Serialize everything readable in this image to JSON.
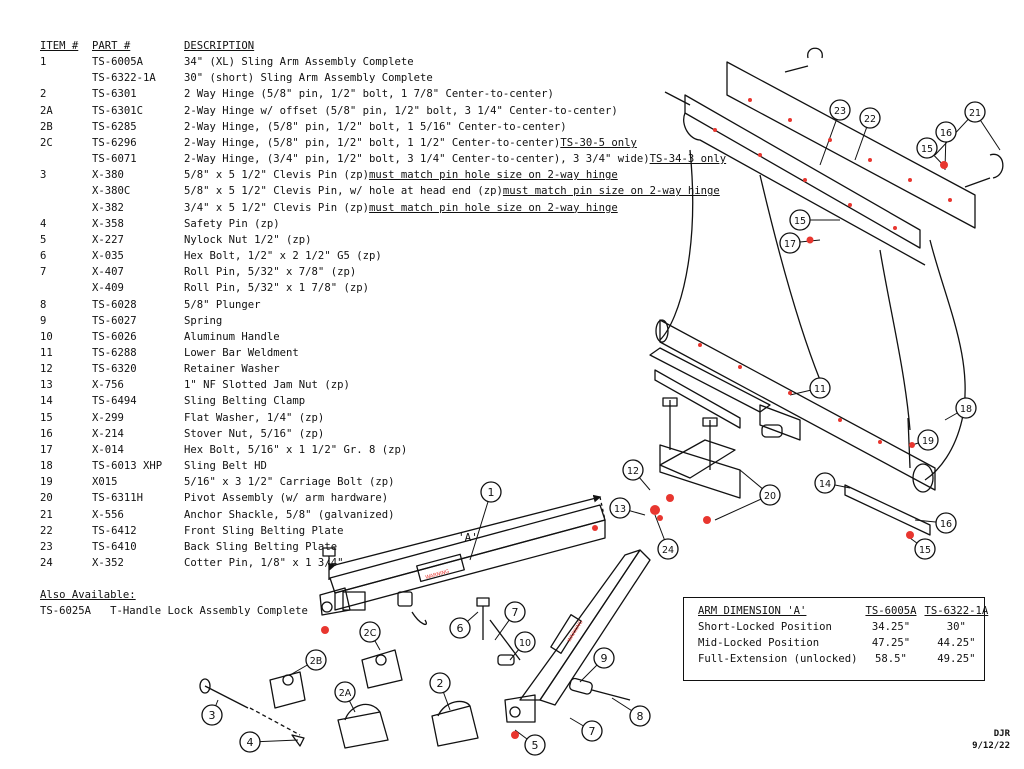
{
  "parts_table": {
    "headers": {
      "item": "ITEM #",
      "part": "PART #",
      "description": "DESCRIPTION"
    },
    "rows": [
      {
        "item": "1",
        "part": "TS-6005A",
        "desc": "34\" (XL) Sling Arm Assembly Complete",
        "note": ""
      },
      {
        "item": "",
        "part": "TS-6322-1A",
        "desc": "30\" (short) Sling Arm Assembly Complete",
        "note": ""
      },
      {
        "item": "2",
        "part": "TS-6301",
        "desc": "2 Way Hinge (5/8\" pin, 1/2\" bolt, 1 7/8\" Center-to-center)",
        "note": ""
      },
      {
        "item": "2A",
        "part": "TS-6301C",
        "desc": "2-Way Hinge w/ offset (5/8\" pin, 1/2\" bolt, 3 1/4\" Center-to-center)",
        "note": ""
      },
      {
        "item": "2B",
        "part": "TS-6285",
        "desc": "2-Way Hinge, (5/8\" pin, 1/2\" bolt, 1 5/16\" Center-to-center)",
        "note": ""
      },
      {
        "item": "2C",
        "part": "TS-6296",
        "desc": "2-Way Hinge, (5/8\" pin, 1/2\" bolt, 1 1/2\" Center-to-center)",
        "note": "TS-30-5 only"
      },
      {
        "item": "",
        "part": "TS-6071",
        "desc": "2-Way Hinge, (3/4\" pin, 1/2\" bolt, 3 1/4\" Center-to-center), 3 3/4\" wide)",
        "note": "TS-34-3 only"
      },
      {
        "item": "3",
        "part": "X-380",
        "desc": "5/8\" x 5 1/2\" Clevis Pin (zp)",
        "note": "must match pin hole size on 2-way hinge"
      },
      {
        "item": "",
        "part": "X-380C",
        "desc": "5/8\" x 5 1/2\" Clevis Pin, w/ hole at head end (zp)",
        "note": "must match pin size on 2-way hinge"
      },
      {
        "item": "",
        "part": "X-382",
        "desc": "3/4\" x 5 1/2\" Clevis Pin (zp)",
        "note": "must match pin hole size on 2-way hinge"
      },
      {
        "item": "4",
        "part": "X-358",
        "desc": "Safety Pin (zp)",
        "note": ""
      },
      {
        "item": "5",
        "part": "X-227",
        "desc": "Nylock Nut 1/2\" (zp)",
        "note": ""
      },
      {
        "item": "6",
        "part": "X-035",
        "desc": "Hex Bolt, 1/2\" x 2 1/2\" G5 (zp)",
        "note": ""
      },
      {
        "item": "7",
        "part": "X-407",
        "desc": "Roll Pin, 5/32\" x 7/8\" (zp)",
        "note": ""
      },
      {
        "item": "",
        "part": "X-409",
        "desc": "Roll Pin, 5/32\" x 1 7/8\" (zp)",
        "note": ""
      },
      {
        "item": "8",
        "part": "TS-6028",
        "desc": "5/8\" Plunger",
        "note": ""
      },
      {
        "item": "9",
        "part": "TS-6027",
        "desc": "Spring",
        "note": ""
      },
      {
        "item": "10",
        "part": "TS-6026",
        "desc": "Aluminum Handle",
        "note": ""
      },
      {
        "item": "11",
        "part": "TS-6288",
        "desc": "Lower Bar Weldment",
        "note": ""
      },
      {
        "item": "12",
        "part": "TS-6320",
        "desc": "Retainer Washer",
        "note": ""
      },
      {
        "item": "13",
        "part": "X-756",
        "desc": "1\" NF Slotted Jam Nut (zp)",
        "note": ""
      },
      {
        "item": "14",
        "part": "TS-6494",
        "desc": "Sling Belting Clamp",
        "note": ""
      },
      {
        "item": "15",
        "part": "X-299",
        "desc": "Flat Washer, 1/4\" (zp)",
        "note": ""
      },
      {
        "item": "16",
        "part": "X-214",
        "desc": "Stover Nut, 5/16\" (zp)",
        "note": ""
      },
      {
        "item": "17",
        "part": "X-014",
        "desc": "Hex Bolt, 5/16\" x 1 1/2\" Gr. 8 (zp)",
        "note": ""
      },
      {
        "item": "18",
        "part": "TS-6013 XHP",
        "desc": "Sling Belt HD",
        "note": ""
      },
      {
        "item": "19",
        "part": "X015",
        "desc": "5/16\" x 3 1/2\" Carriage Bolt (zp)",
        "note": ""
      },
      {
        "item": "20",
        "part": "TS-6311H",
        "desc": "Pivot Assembly (w/ arm hardware)",
        "note": ""
      },
      {
        "item": "21",
        "part": "X-556",
        "desc": "Anchor Shackle, 5/8\" (galvanized)",
        "note": ""
      },
      {
        "item": "22",
        "part": "TS-6412",
        "desc": "Front Sling Belting Plate",
        "note": ""
      },
      {
        "item": "23",
        "part": "TS-6410",
        "desc": "Back Sling Belting Plate",
        "note": ""
      },
      {
        "item": "24",
        "part": "X-352",
        "desc": "Cotter Pin, 1/8\" x 1 3/4\"",
        "note": ""
      }
    ]
  },
  "also_available": {
    "title": "Also Available:",
    "line": "TS-6025A   T-Handle Lock Assembly Complete"
  },
  "dimension_table": {
    "headers": [
      "ARM DIMENSION 'A'",
      "TS-6005A",
      "TS-6322-1A"
    ],
    "rows": [
      [
        "Short-Locked Position",
        "34.25\"",
        "30\""
      ],
      [
        "Mid-Locked Position",
        "47.25\"",
        "44.25\""
      ],
      [
        "Full-Extension (unlocked)",
        "58.5\"",
        "49.25\""
      ]
    ]
  },
  "drawing": {
    "dimension_label": "'A'",
    "warning_text": "WARNING",
    "callouts": [
      "1",
      "2",
      "2A",
      "2B",
      "2C",
      "3",
      "4",
      "5",
      "6",
      "7",
      "7",
      "8",
      "9",
      "10",
      "11",
      "12",
      "13",
      "14",
      "15",
      "15",
      "15",
      "16",
      "16",
      "17",
      "18",
      "19",
      "20",
      "21",
      "22",
      "23",
      "24"
    ],
    "accent_color": "#e8362f"
  },
  "signature": {
    "initials": "DJR",
    "date": "9/12/22"
  }
}
